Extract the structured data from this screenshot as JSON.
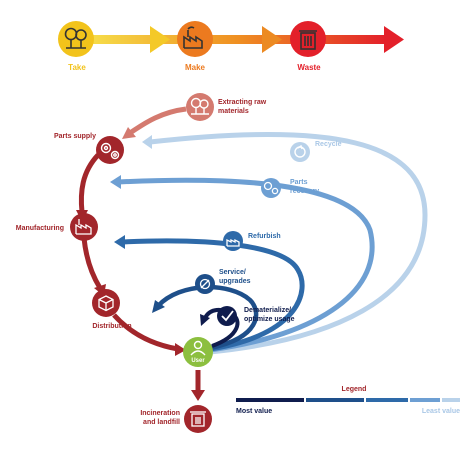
{
  "linear": {
    "take": "Take",
    "make": "Make",
    "waste": "Waste"
  },
  "stages": {
    "extract_line1": "Extracting raw",
    "extract_line2": "materials",
    "parts_supply": "Parts supply",
    "manufacturing": "Manufacturing",
    "distribution": "Distribution",
    "user": "User",
    "incineration_line1": "Incineration",
    "incineration_line2": "and landfill"
  },
  "loops": {
    "recycle": "Recycle",
    "parts_recovery_line1": "Parts",
    "parts_recovery_line2": "recovery",
    "refurbish": "Refurbish",
    "service_line1": "Service/",
    "service_line2": "upgrades",
    "dematerialize_line1": "Dematerialize/",
    "dematerialize_line2": "optimize usage"
  },
  "legend": {
    "title": "Legend",
    "most": "Most value",
    "least": "Least value"
  },
  "colors": {
    "take": "#f2c31b",
    "make": "#ec7a1f",
    "waste": "#e3202a",
    "dark_red": "#a2262b",
    "light_red": "#d47a6f",
    "navy": "#0f1c4d",
    "blue_dark": "#1e5290",
    "blue_mid": "#2f6fb0",
    "blue_light": "#6fa0d2",
    "blue_pale": "#a9c7e6",
    "user_green": "#8cbf3f"
  }
}
